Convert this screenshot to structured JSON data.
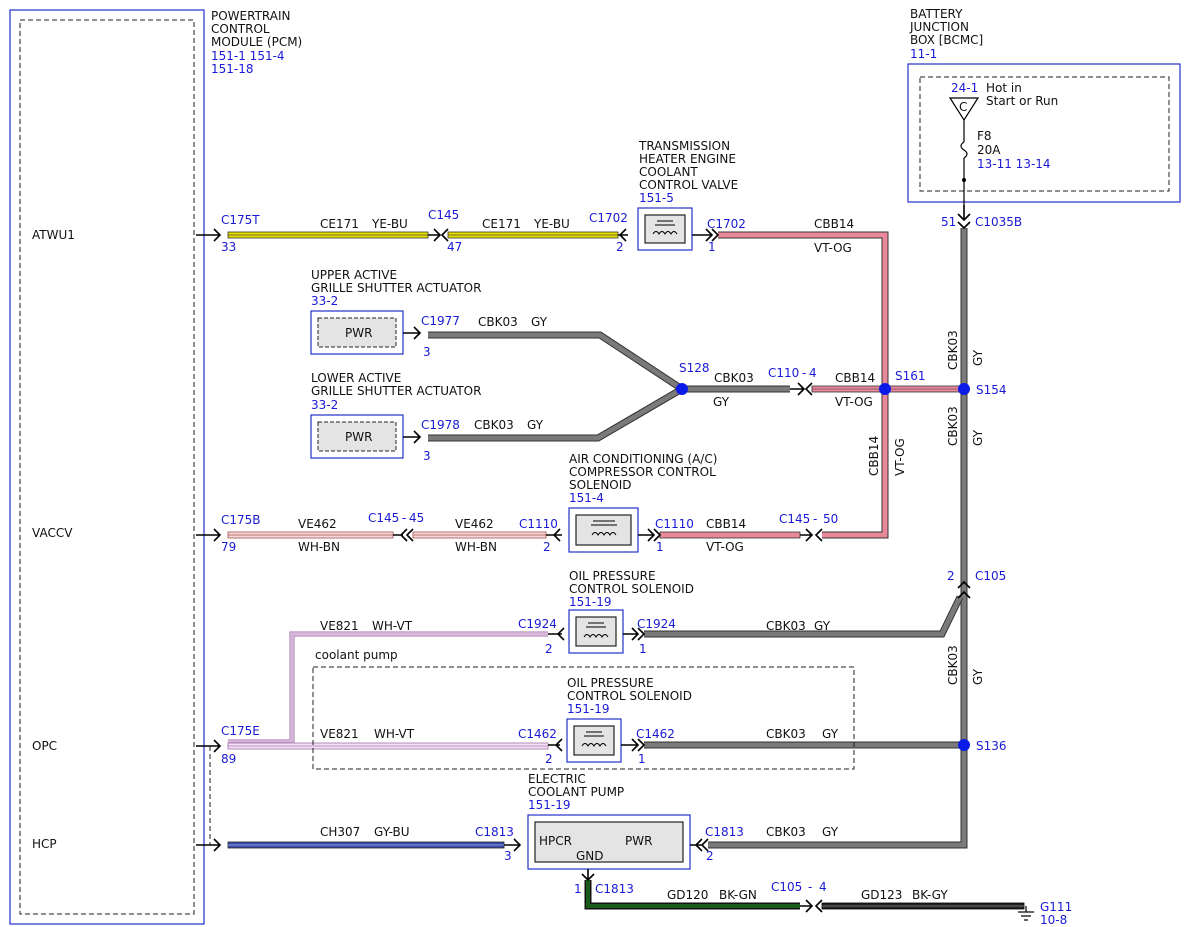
{
  "pcm": {
    "title": [
      "POWERTRAIN",
      "CONTROL",
      "MODULE (PCM)"
    ],
    "refs": [
      "151-1 151-4",
      "151-18"
    ],
    "pins": {
      "atwu1": "ATWU1",
      "vaccv": "VACCV",
      "opc": "OPC",
      "hcp": "HCP"
    }
  },
  "bjb": {
    "title": [
      "BATTERY",
      "JUNCTION",
      "BOX [BCMC]"
    ],
    "ref": "11-1",
    "source_ref": "24-1",
    "source_text": [
      "Hot in",
      "Start or Run"
    ],
    "source_symbol": "C",
    "fuse_name": "F8",
    "fuse_rating": "20A",
    "fuse_refs": "13-11 13-14"
  },
  "components": {
    "heater_valve": {
      "title": [
        "TRANSMISSION",
        "HEATER ENGINE",
        "COOLANT",
        "CONTROL VALVE"
      ],
      "ref": "151-5"
    },
    "upper_grille": {
      "title": [
        "UPPER ACTIVE",
        "GRILLE SHUTTER ACTUATOR"
      ],
      "ref": "33-2",
      "label": "PWR"
    },
    "lower_grille": {
      "title": [
        "LOWER ACTIVE",
        "GRILLE SHUTTER ACTUATOR"
      ],
      "ref": "33-2",
      "label": "PWR"
    },
    "ac_solenoid": {
      "title": [
        "AIR CONDITIONING (A/C)",
        "COMPRESSOR CONTROL",
        "SOLENOID"
      ],
      "ref": "151-4"
    },
    "oil_solenoid_1": {
      "title": [
        "OIL PRESSURE",
        "CONTROL SOLENOID"
      ],
      "ref": "151-19"
    },
    "oil_solenoid_2": {
      "title": [
        "OIL PRESSURE",
        "CONTROL SOLENOID"
      ],
      "ref": "151-19"
    },
    "coolant_pump": {
      "title": [
        "ELECTRIC",
        "COOLANT PUMP"
      ],
      "ref": "151-19",
      "pin_hpcr": "HPCR",
      "pin_pwr": "PWR",
      "pin_gnd": "GND"
    },
    "coolant_pump_option": "coolant pump"
  },
  "connectors": {
    "c175t": "C175T",
    "c175t_pin": "33",
    "c145a": "C145",
    "c145a_pin": "47",
    "c1702a": "C1702",
    "c1702a_pin": "2",
    "c1702b": "C1702",
    "c1702b_pin": "1",
    "c1035b": "C1035B",
    "c1035b_pin": "51",
    "c1977": "C1977",
    "c1977_pin": "3",
    "c1978": "C1978",
    "c1978_pin": "3",
    "c110": "C110",
    "c110_pin": "4",
    "c175b": "C175B",
    "c175b_pin": "79",
    "c145b": "C145",
    "c145b_pin": "45",
    "c1110a": "C1110",
    "c1110a_pin": "2",
    "c1110b": "C1110",
    "c1110b_pin": "1",
    "c145c": "C145",
    "c145c_pin": "50",
    "c105a": "C105",
    "c105a_pin": "2",
    "c1924a": "C1924",
    "c1924a_pin": "2",
    "c1924b": "C1924",
    "c1924b_pin": "1",
    "c175e": "C175E",
    "c175e_pin": "89",
    "c1462a": "C1462",
    "c1462a_pin": "2",
    "c1462b": "C1462",
    "c1462b_pin": "1",
    "c1813a": "C1813",
    "c1813a_pin": "3",
    "c1813b": "C1813",
    "c1813b_pin": "2",
    "c1813c": "C1813",
    "c1813c_pin": "1",
    "c105b": "C105",
    "c105b_pin": "4",
    "g111": "G111",
    "g111_ref": "10-8"
  },
  "splices": {
    "s128": "S128",
    "s161": "S161",
    "s154": "S154",
    "s136": "S136"
  },
  "wires": {
    "ce171_a": "CE171",
    "yebu_a": "YE-BU",
    "ce171_b": "CE171",
    "yebu_b": "YE-BU",
    "cbb14_a": "CBB14",
    "vtog_a": "VT-OG",
    "cbk03_up": "CBK03",
    "gy_up": "GY",
    "cbk03_lo": "CBK03",
    "gy_lo": "GY",
    "cbk03_s128": "CBK03",
    "gy_s128": "GY",
    "cbb14_b": "CBB14",
    "vtog_b": "VT-OG",
    "cbk03_v1": "CBK03",
    "gy_v1": "GY",
    "cbk03_v2": "CBK03",
    "gy_v2": "GY",
    "cbb14_v": "CBB14",
    "vtog_v": "VT-OG",
    "ve462_a": "VE462",
    "whbn_a": "WH-BN",
    "ve462_b": "VE462",
    "whbn_b": "WH-BN",
    "cbb14_c": "CBB14",
    "vtog_c": "VT-OG",
    "ve821_a": "VE821",
    "whvt_a": "WH-VT",
    "cbk03_oil1": "CBK03",
    "gy_oil1": "GY",
    "cbk03_v3": "CBK03",
    "gy_v3": "GY",
    "ve821_b": "VE821",
    "whvt_b": "WH-VT",
    "cbk03_oil2": "CBK03",
    "gy_oil2": "GY",
    "ch307": "CH307",
    "gybu": "GY-BU",
    "cbk03_pump": "CBK03",
    "gy_pump": "GY",
    "gd120": "GD120",
    "bkgn": "BK-GN",
    "gd123": "GD123",
    "bkgy": "BK-GY"
  },
  "colors": {
    "ye_bu": "#e8e000",
    "vt_og": "#e8889a",
    "gy": "#7a7a7a",
    "wh_bn": "#c07070",
    "wh_vt": "#c080c8",
    "gy_bu": "#3a4aaa",
    "bk_gn": "#1a5a1a",
    "bk_gy": "#222222",
    "splice": "#0a1ae8",
    "ref_text": "#1a1ad6"
  }
}
